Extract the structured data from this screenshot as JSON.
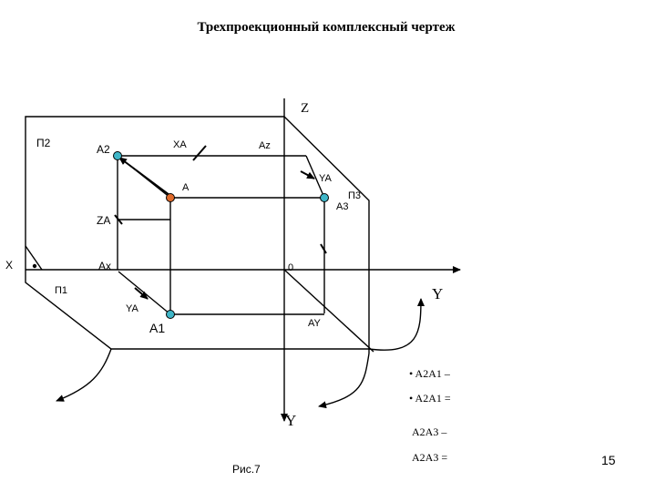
{
  "title": "Трехпроекционный комплексный чертеж",
  "axes": {
    "z": "Z",
    "x": "X",
    "y_right": "Y",
    "y_bottom": "Y",
    "origin": "0"
  },
  "planes": {
    "p2": "П2",
    "p1": "П1",
    "p3": "П3"
  },
  "points": {
    "a": "A",
    "a1": "A1",
    "a2": "A2",
    "a3": "A3",
    "ax": "Ax",
    "xa": "XA",
    "za": "ZA",
    "az": "Az",
    "ay_top": "YA",
    "ya_bottom": "YA",
    "ay": "AY"
  },
  "bullets": [
    "• A2A1 –",
    "• A2A1 =",
    "A2A3 –",
    "A2A3 ="
  ],
  "caption": "Рис.7",
  "page_number": "15",
  "colors": {
    "a": "#e06a2a",
    "projection": "#3fb6c8",
    "line": "#000000"
  }
}
